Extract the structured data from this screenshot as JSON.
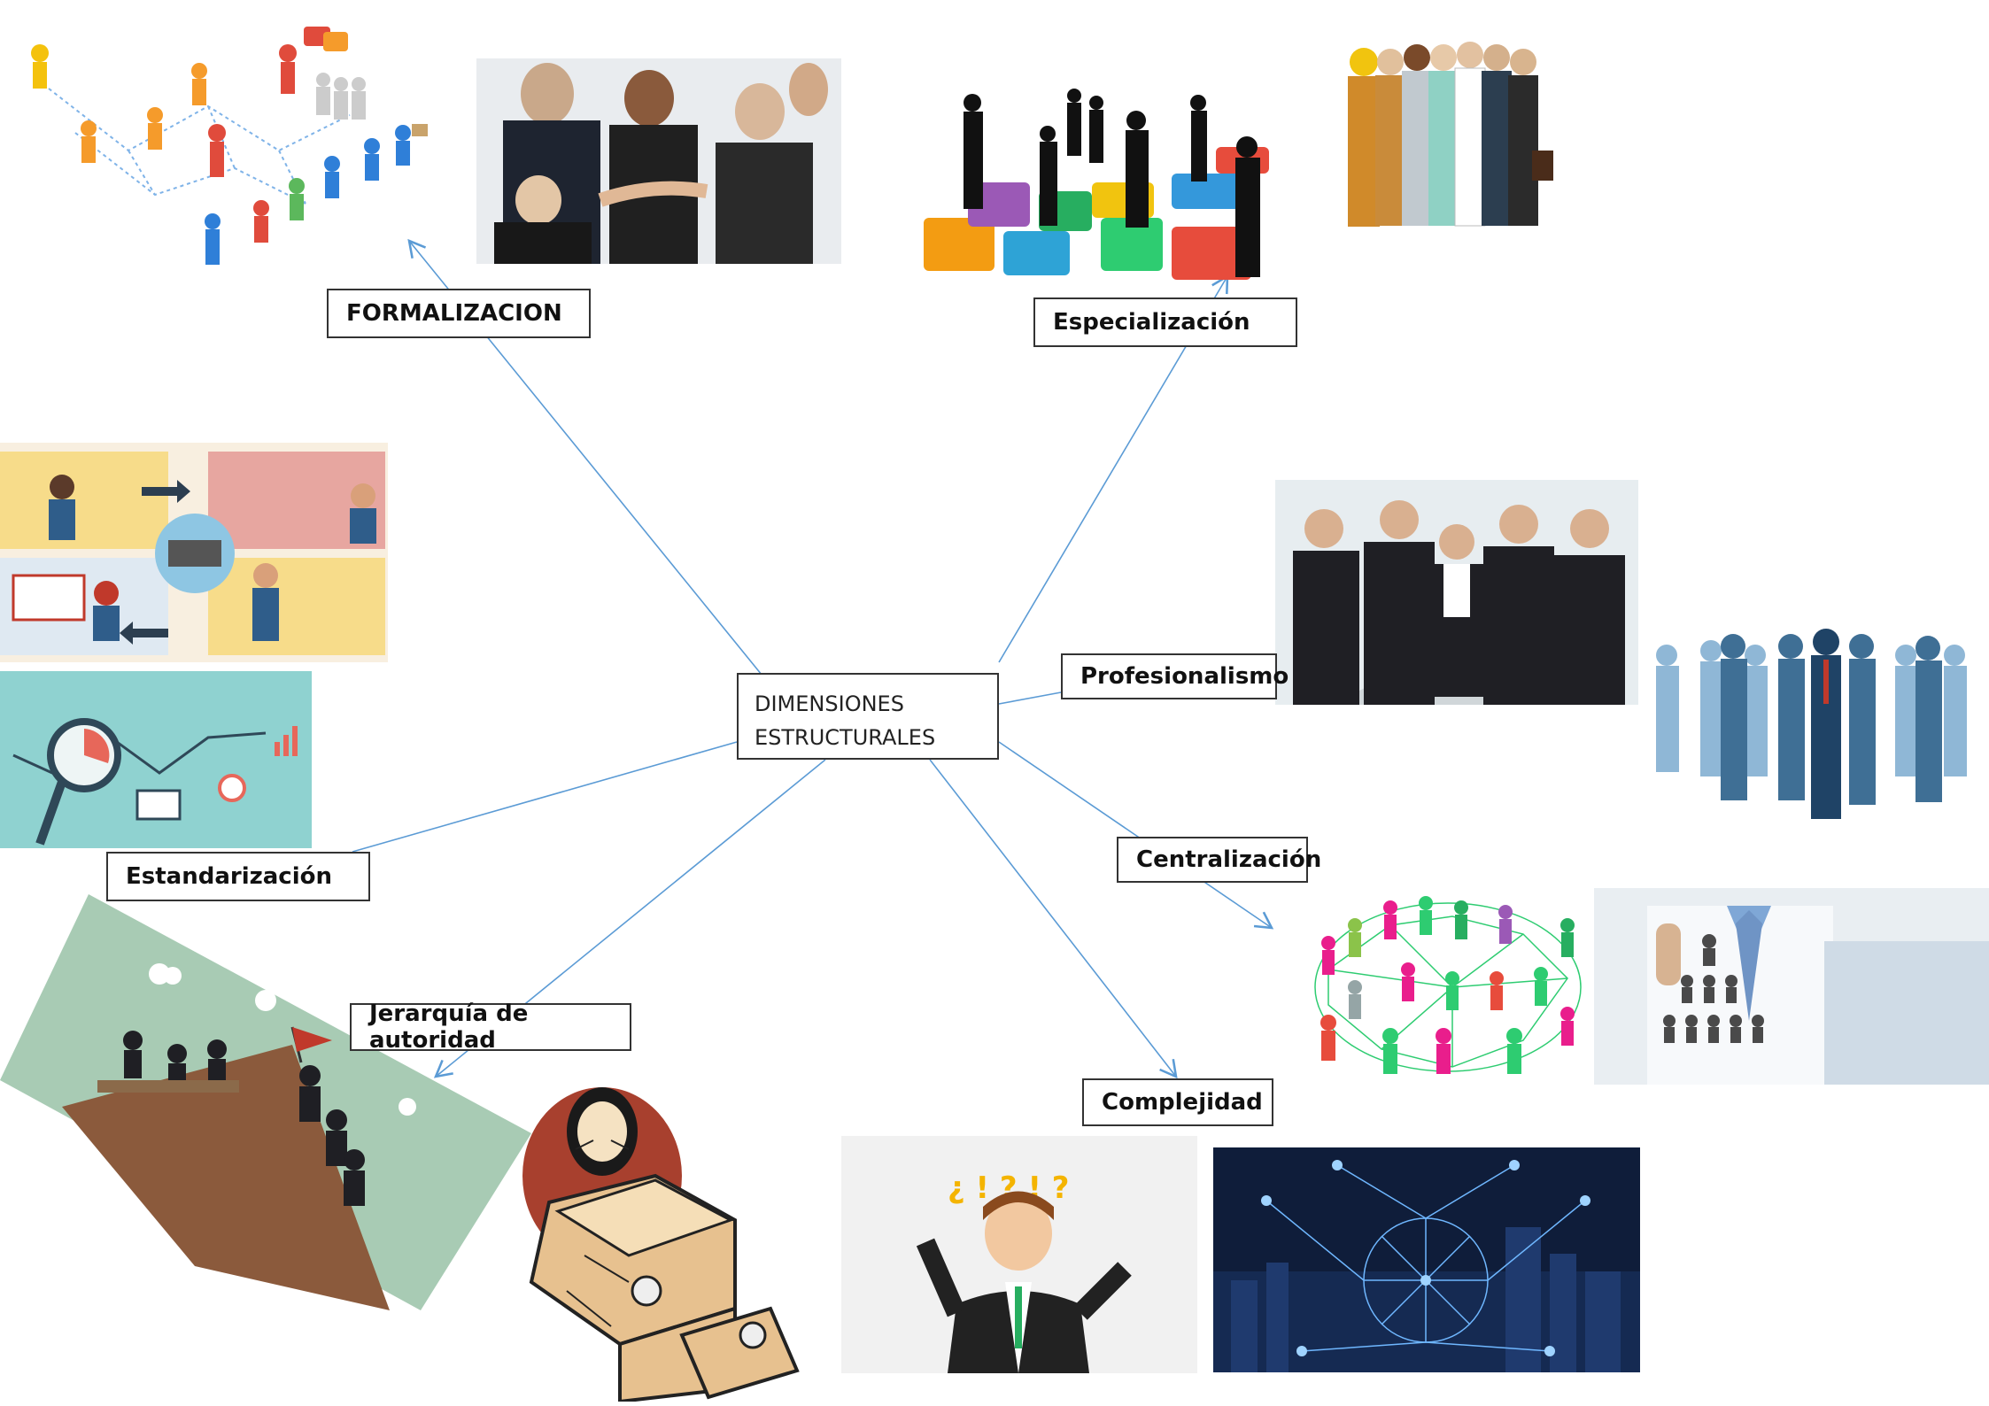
{
  "center": {
    "line1": "DIMENSIONES",
    "line2": "ESTRUCTURALES"
  },
  "labels": {
    "formalizacion": "FORMALIZACION",
    "especializacion": "Especialización",
    "profesionalismo": "Profesionalismo",
    "centralizacion": "Centralización",
    "complejidad": "Complejidad",
    "jerarquia": "Jerarquía de autoridad",
    "estandarizacion": "Estandarización"
  },
  "colors": {
    "connector": "#5b9bd5",
    "box_border": "#333333"
  }
}
